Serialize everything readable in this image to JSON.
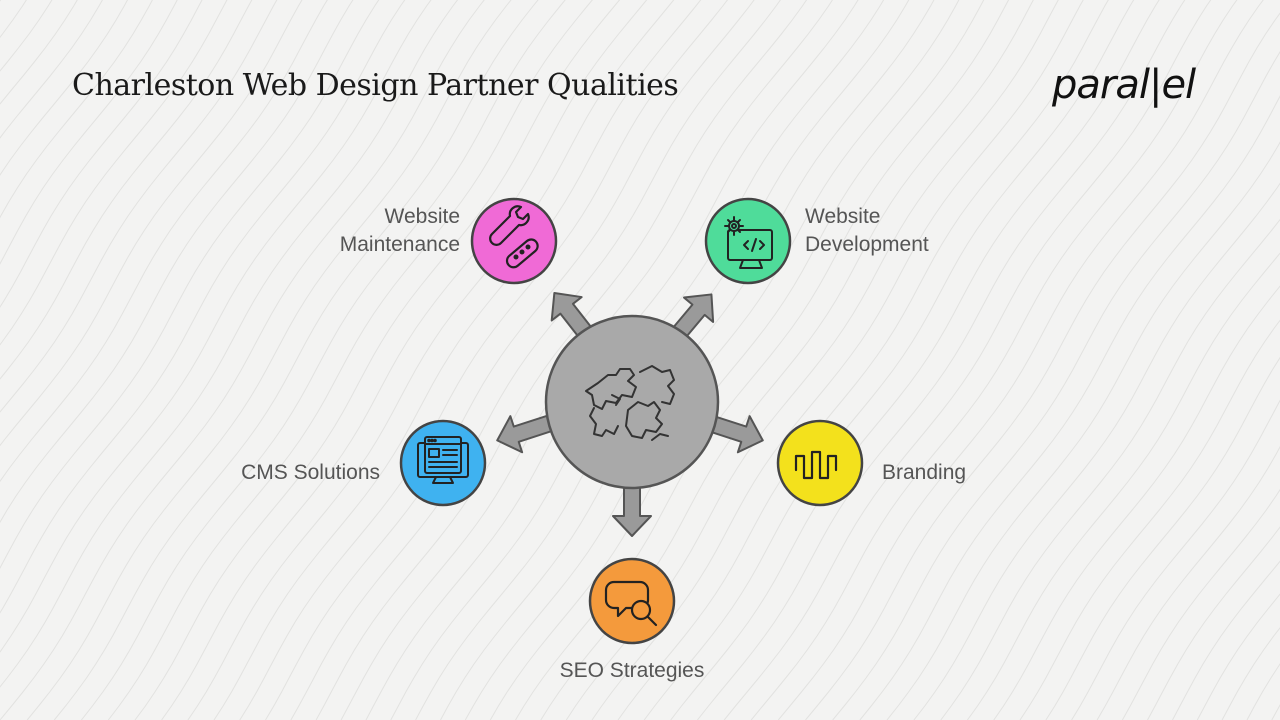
{
  "title": "Charleston Web Design Partner Qualities",
  "logo": "paral|el",
  "center": {
    "icon": "handshake-puzzle-icon",
    "color": "#a9a9a9"
  },
  "nodes": [
    {
      "id": "maintenance",
      "lines": [
        "Website",
        "Maintenance"
      ],
      "icon": "wrench-bandage-icon",
      "color": "#f06ad6"
    },
    {
      "id": "development",
      "lines": [
        "Website",
        "Development"
      ],
      "icon": "gear-code-monitor-icon",
      "color": "#4fdc9a"
    },
    {
      "id": "cms",
      "lines": [
        "CMS Solutions"
      ],
      "icon": "web-layout-monitor-icon",
      "color": "#3fb2f0"
    },
    {
      "id": "branding",
      "lines": [
        "Branding"
      ],
      "icon": "waveform-icon",
      "color": "#f3e11c"
    },
    {
      "id": "seo",
      "lines": [
        "SEO Strategies"
      ],
      "icon": "chat-search-icon",
      "color": "#f49a3c"
    }
  ]
}
